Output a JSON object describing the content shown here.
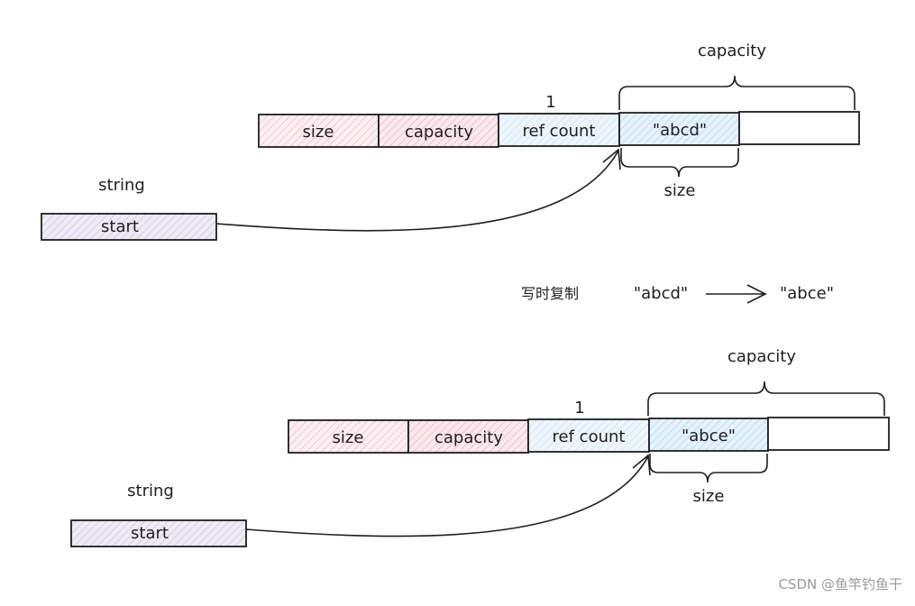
{
  "top": {
    "cells": {
      "size": "size",
      "capacity": "capacity",
      "ref_count": "ref count",
      "data": "\"abcd\""
    },
    "ref_count_value": "1",
    "capacity_label": "capacity",
    "size_label": "size",
    "var_label": "string",
    "start_label": "start"
  },
  "middle": {
    "cow_label": "写时复制",
    "from_value": "\"abcd\"",
    "to_value": "\"abce\""
  },
  "bottom": {
    "cells": {
      "size": "size",
      "capacity": "capacity",
      "ref_count": "ref count",
      "data": "\"abce\""
    },
    "ref_count_value": "1",
    "capacity_label": "capacity",
    "size_label": "size",
    "var_label": "string",
    "start_label": "start"
  },
  "watermark": "CSDN @鱼竿钓鱼干",
  "colors": {
    "size_fill": "#ffe3ea",
    "capacity_fill": "#f9dde5",
    "refcount_fill": "#e4f1fb",
    "data_fill": "#d7ecfb",
    "start_fill": "#e6e0f0",
    "stroke": "#1e1e1e"
  }
}
